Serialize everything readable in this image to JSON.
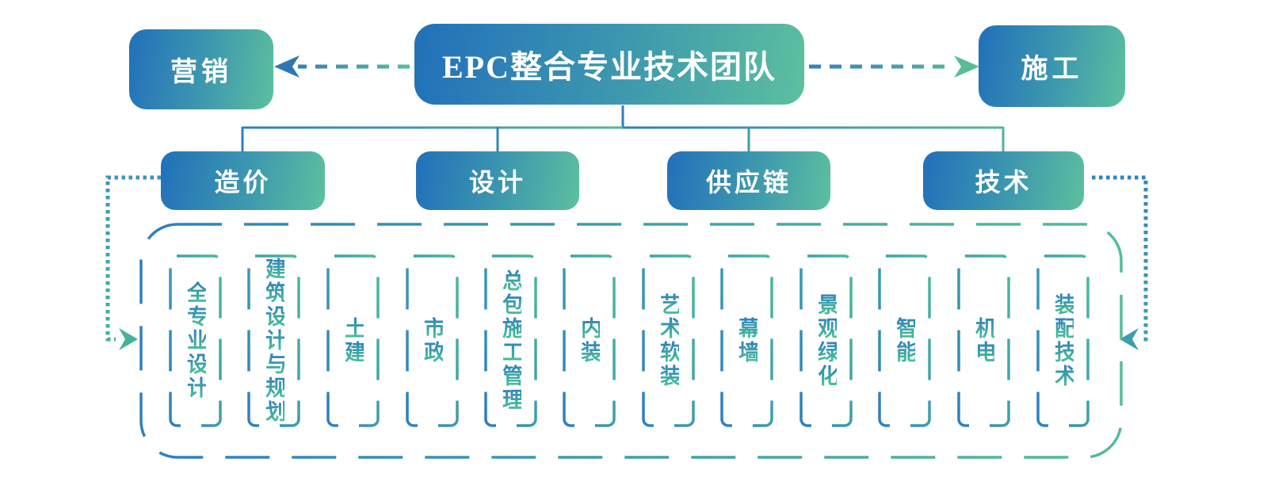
{
  "root": {
    "label": "EPC整合专业技术团队"
  },
  "side_nodes": {
    "left": "营销",
    "right": "施工"
  },
  "branches": [
    "造价",
    "设计",
    "供应链",
    "技术"
  ],
  "specialties": [
    "全专业设计",
    "建筑设计与规划",
    "土建",
    "市政",
    "总包施工管理",
    "内装",
    "艺术软装",
    "幕墙",
    "景观绿化",
    "智能",
    "机电",
    "装配技术"
  ],
  "colors": {
    "gradient_blue": "#2170ba",
    "gradient_green": "#5cc09e",
    "connector_blue": "#2e7fc1",
    "connector_green": "#52b895",
    "dotted_teal": "#3b9ab0",
    "specialty_text_green": "#3cb298",
    "specialty_text_blue": "#2d7ec2",
    "node_text": "#ffffff"
  }
}
